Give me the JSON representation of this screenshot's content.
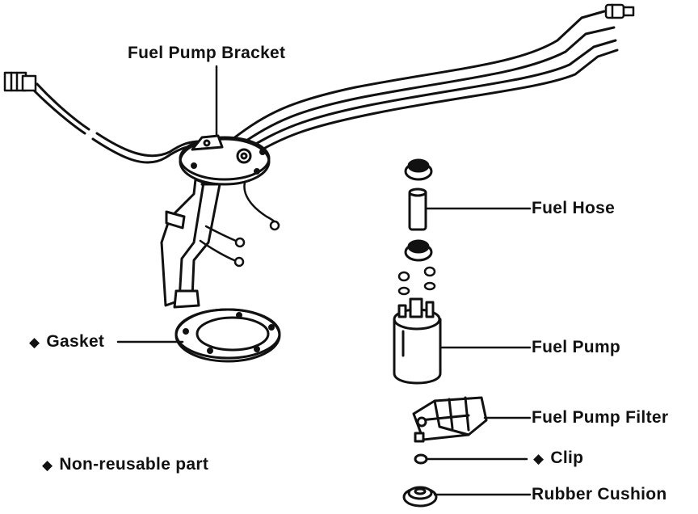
{
  "labels": {
    "bracket": "Fuel Pump Bracket",
    "hose": "Fuel Hose",
    "gasket": "Gasket",
    "pump": "Fuel Pump",
    "filter": "Fuel Pump Filter",
    "clip": "Clip",
    "cushion": "Rubber Cushion",
    "legend": "Non-reusable part"
  },
  "marker": "◆",
  "colors": {
    "ink": "#111111",
    "background": "#ffffff"
  }
}
